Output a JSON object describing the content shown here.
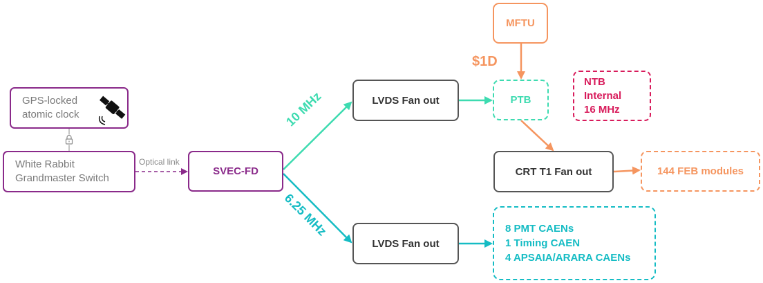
{
  "nodes": {
    "gps_clock": {
      "line1": "GPS-locked",
      "line2": "atomic clock"
    },
    "wr_switch": {
      "line1": "White Rabbit",
      "line2": "Grandmaster Switch"
    },
    "svec": {
      "label": "SVEC-FD"
    },
    "lvds_top": {
      "label": "LVDS Fan out"
    },
    "lvds_bottom": {
      "label": "LVDS Fan out"
    },
    "ptb": {
      "label": "PTB"
    },
    "mftu": {
      "label": "MFTU"
    },
    "ntb": {
      "lines": [
        "NTB",
        "Internal",
        "16 MHz"
      ]
    },
    "crt": {
      "label": "CRT T1 Fan out"
    },
    "feb": {
      "label": "144 FEB modules"
    },
    "caens": {
      "lines": [
        "8 PMT CAENs",
        "1 Timing CAEN",
        "4 APSAIA/ARARA CAENs"
      ]
    }
  },
  "edges": {
    "optical_link": "Optical link",
    "freq_top": "10 MHz",
    "freq_bottom": "6.25 MHz",
    "signal_1d": "$1D"
  },
  "icons": [
    "satellite-icon",
    "lock-icon"
  ],
  "colors": {
    "purple": "#8a2a8a",
    "teal": "#3ddbb0",
    "cyan": "#15bcc4",
    "orange": "#f5955f",
    "crimson": "#d81b5b",
    "gray": "#555555"
  }
}
